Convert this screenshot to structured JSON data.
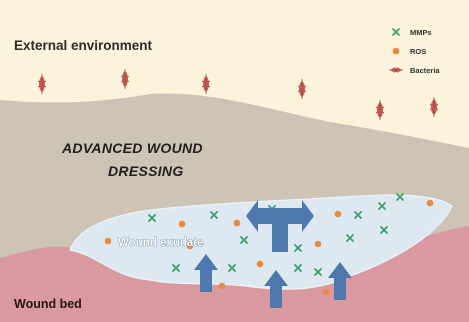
{
  "labels": {
    "external_environment": "External environment",
    "dressing_line1": "ADVANCED WOUND",
    "dressing_line2": "DRESSING",
    "wound_exudate": "Wound exudate",
    "wound_bed": "Wound bed"
  },
  "legend": {
    "items": [
      {
        "label": "MMPs",
        "icon": "green-x-marker"
      },
      {
        "label": "ROS",
        "icon": "orange-dot-marker"
      },
      {
        "label": "Bacteria",
        "icon": "red-bacterium-marker"
      }
    ]
  },
  "colors": {
    "environment_bg": "#fbf3dc",
    "dressing": "#cdc4b5",
    "exudate": "#dde8f1",
    "wound_bed": "#d89aa0",
    "arrow_blue": "#4f79ae",
    "mmp_green": "#3aa06a",
    "ros_orange": "#ea8a3c",
    "bacteria_red": "#c45b57"
  }
}
